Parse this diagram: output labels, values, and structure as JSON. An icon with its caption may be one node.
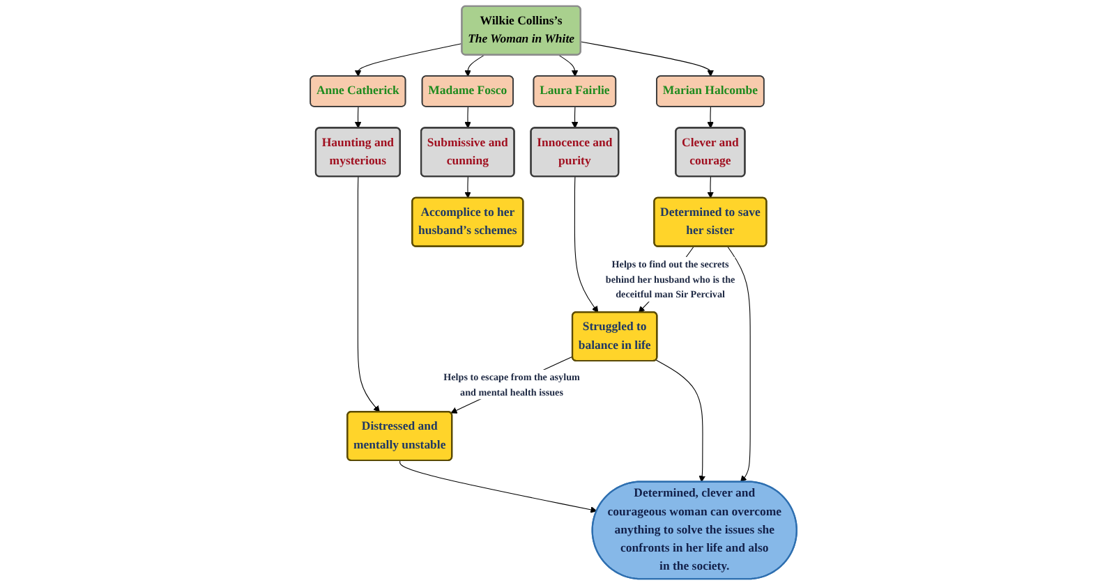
{
  "diagram": {
    "nodes": [
      {
        "text": [
          "Wilkie Collins’s *The Woman in White*"
        ]
      },
      {
        "text": [
          "Anne Catherick"
        ]
      },
      {
        "text": [
          "Laura Fairlie"
        ]
      },
      {
        "text": [
          "Marian Halcombe"
        ]
      },
      {
        "text": [
          "Madame Fosco"
        ]
      },
      {
        "text": [
          "Haunting and mysterious"
        ]
      },
      {
        "text": [
          "Innocence and purity"
        ]
      },
      {
        "text": [
          "Clever and courage"
        ]
      },
      {
        "text": [
          "Submissive and cunning"
        ]
      },
      {
        "text": [
          "Distressed and mentally unstable"
        ]
      },
      {
        "text": [
          "Struggled to balance in life"
        ]
      },
      {
        "text": [
          "Determined to save her sister"
        ]
      },
      {
        "text": [
          "Accomplice to her husband’s schemes"
        ]
      },
      {
        "text": [
          "Determined, clever and courageous woman can overcome anything to solve the issues she confronts in her life and also in the society."
        ]
      }
    ],
    "edges": [
      {
        "from": 0,
        "to": 1,
        "arrow": "to"
      },
      {
        "from": 0,
        "to": 2,
        "arrow": "to"
      },
      {
        "from": 0,
        "to": 3,
        "arrow": "to"
      },
      {
        "from": 0,
        "to": 4,
        "arrow": "to"
      },
      {
        "from": 1,
        "to": 5,
        "arrow": "to"
      },
      {
        "from": 2,
        "to": 6,
        "arrow": "to"
      },
      {
        "from": 3,
        "to": 7,
        "arrow": "to"
      },
      {
        "from": 4,
        "to": 8,
        "arrow": "to"
      },
      {
        "from": 5,
        "to": 9,
        "arrow": "to"
      },
      {
        "from": 6,
        "to": 10,
        "arrow": "to"
      },
      {
        "from": 7,
        "to": 11,
        "arrow": "to"
      },
      {
        "from": 8,
        "to": 12,
        "arrow": "to"
      },
      {
        "from": 10,
        "to": 9,
        "arrow": "to",
        "label": "Helps to escape from the asylum and mental health issues"
      },
      {
        "from": 11,
        "to": 10,
        "arrow": "to",
        "label": "Helps to find out the secrets behind her husband who is the deceitful man Sir Percival"
      },
      {
        "from": 9,
        "to": 13,
        "arrow": "to"
      },
      {
        "from": 10,
        "to": 13,
        "arrow": "to"
      },
      {
        "from": 11,
        "to": 13,
        "arrow": "to"
      }
    ]
  }
}
